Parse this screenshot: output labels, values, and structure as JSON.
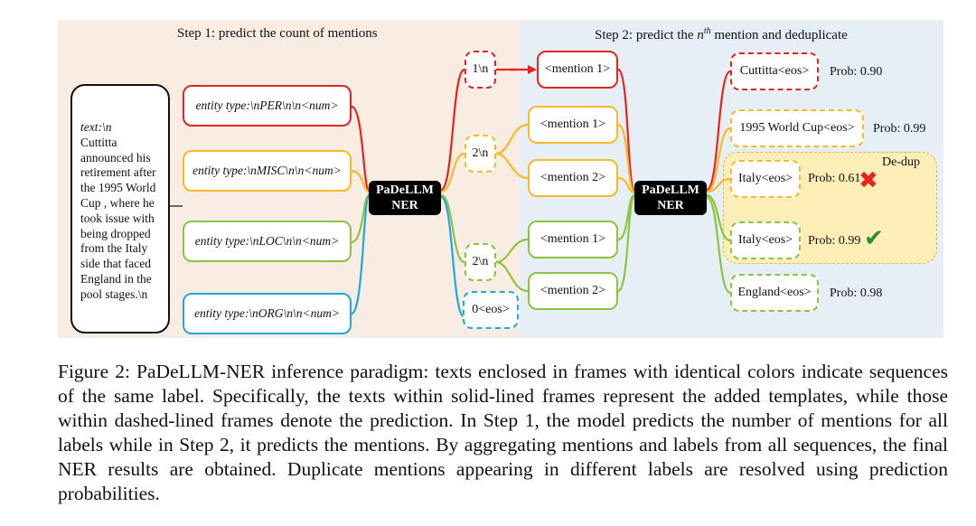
{
  "step1_title": "Step 1: predict the count of mentions",
  "step2_title": {
    "prefix": "Step 2: predict the ",
    "n": "n",
    "sup": "th",
    "suffix": " mention and deduplicate"
  },
  "input_text": {
    "header": "text:\\n",
    "body": "Cuttitta announced his retirement after the 1995 World Cup , where he took issue with being dropped from the Italy side that faced England in the pool stages.\\n"
  },
  "templates": [
    "entity type:\\nPER\\n\\n<num>",
    "entity type:\\nMISC\\n\\n<num>",
    "entity type:\\nLOC\\n\\n<num>",
    "entity type:\\nORG\\n\\n<num>"
  ],
  "model": {
    "line1": "PaDeLLM",
    "line2": "NER"
  },
  "counts": [
    "1\\n",
    "2\\n",
    "2\\n",
    "0<eos>"
  ],
  "mention_templates": [
    "<mention 1>",
    "<mention 1>",
    "<mention 2>",
    "<mention 1>",
    "<mention 2>"
  ],
  "predictions": [
    {
      "text": "Cuttitta<eos>",
      "prob": "Prob: 0.90"
    },
    {
      "text": "1995 World Cup<eos>",
      "prob": "Prob: 0.99"
    },
    {
      "text": "Italy<eos>",
      "prob": "Prob: 0.61"
    },
    {
      "text": "Italy<eos>",
      "prob": "Prob: 0.99"
    },
    {
      "text": "England<eos>",
      "prob": "Prob: 0.98"
    }
  ],
  "dedup_label": "De-dup",
  "colors": {
    "per": "#e8231f",
    "misc": "#f7b928",
    "loc": "#8cc43e",
    "org": "#21a7e0",
    "reject": "#e8231f",
    "accept": "#2e8b2e"
  },
  "caption": "Figure 2: PaDeLLM-NER inference paradigm: texts enclosed in frames with identical colors indicate sequences of the same label. Specifically, the texts within solid-lined frames represent the added templates, while those within dashed-lined frames denote the prediction. In Step 1, the model predicts the number of mentions for all labels while in Step 2, it predicts the mentions. By aggregating mentions and labels from all sequences, the final NER results are obtained. Duplicate mentions appearing in different labels are resolved using prediction probabilities."
}
